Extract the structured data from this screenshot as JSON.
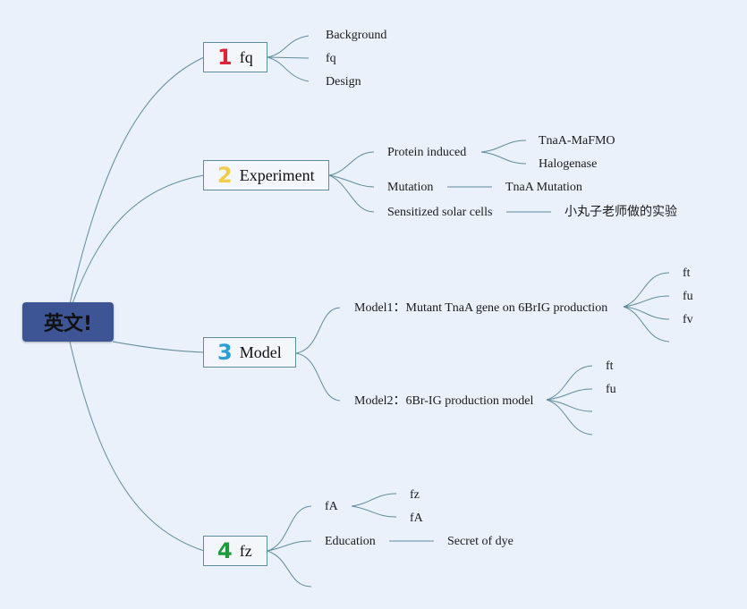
{
  "root": {
    "label": "英文!"
  },
  "branches": [
    {
      "number": "1",
      "number_color": "#d8263a",
      "label": "fq",
      "children": [
        "Background",
        "fq",
        "Design"
      ]
    },
    {
      "number": "2",
      "number_color": "#f1cc4a",
      "label": "Experiment",
      "children": [
        {
          "label": "Protein induced",
          "children": [
            "TnaA-MaFMO",
            "Halogenase"
          ]
        },
        {
          "label": "Mutation",
          "children": [
            "TnaA Mutation"
          ]
        },
        {
          "label": "Sensitized solar cells",
          "children": [
            "小丸子老师做的实验"
          ]
        }
      ]
    },
    {
      "number": "3",
      "number_color": "#2b9ed8",
      "label": "Model",
      "children": [
        {
          "label": "Model1：Mutant TnaA gene on 6BrIG production",
          "children": [
            "ft",
            "fu",
            "fv",
            ""
          ]
        },
        {
          "label": "Model2：6Br-IG production model",
          "children": [
            "ft",
            "fu",
            "",
            ""
          ]
        }
      ]
    },
    {
      "number": "4",
      "number_color": "#1f9a3a",
      "label": "fz",
      "children": [
        {
          "label": "fA",
          "children": [
            "fz",
            "fA"
          ]
        },
        {
          "label": "Education",
          "children": [
            "Secret of dye"
          ]
        },
        {
          "label": ""
        }
      ]
    }
  ],
  "colors": {
    "root_fill": "#3e5595",
    "line": "#5f8d9c",
    "background": "#eaf1fa"
  }
}
